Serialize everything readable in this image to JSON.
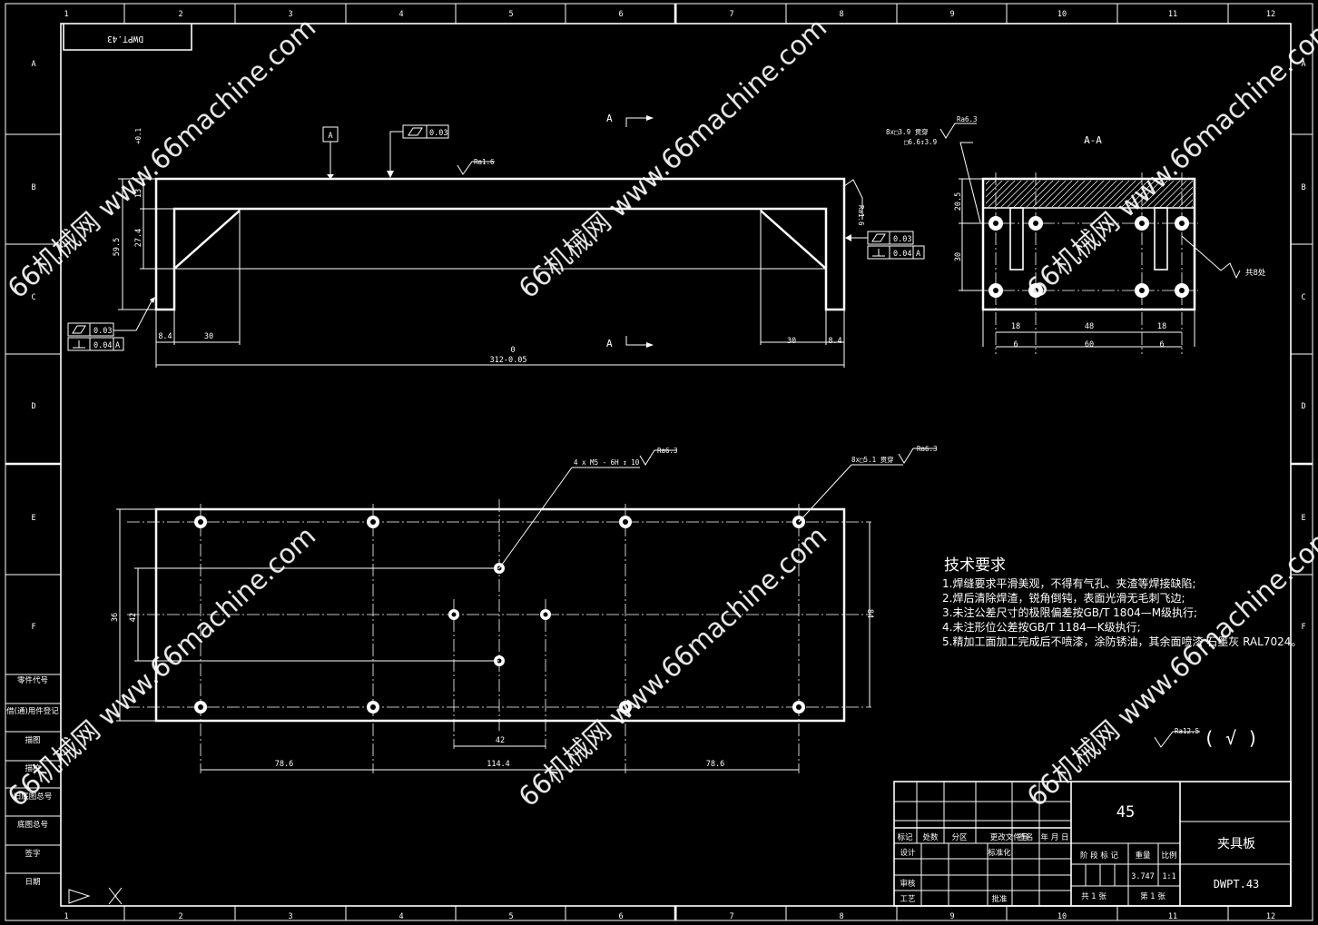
{
  "frame": {
    "columns": [
      "1",
      "2",
      "3",
      "4",
      "5",
      "6",
      "7",
      "8",
      "9",
      "10",
      "11",
      "12"
    ],
    "rows": [
      "A",
      "B",
      "C",
      "D",
      "E",
      "F"
    ]
  },
  "left_strip": {
    "labels": [
      "零件代号",
      "借(通)用件登记",
      "描图",
      "描校",
      "旧底图总号",
      "底图总号",
      "签字",
      "日期"
    ]
  },
  "watermark": {
    "text": "66机械网 www.66machine.com"
  },
  "top_view": {
    "corner_code": "DWPT.43",
    "section_marker": "A",
    "datum_label": "A",
    "fcf_top_flatness": "0.03",
    "roughness_top": "Ra1.6",
    "roughness_side": "Ra1.6",
    "fcf_right_flatness": "0.03",
    "fcf_right_perp": "0.04",
    "fcf_right_datum": "A",
    "fcf_left_flatness": "0.03",
    "fcf_left_perp": "0.04",
    "fcf_left_datum": "A",
    "dim_total_height": "59.5",
    "dim_top_tol": "+0.1",
    "dim_13": "13",
    "dim_27_4": "27.4",
    "dim_8_4_left": "8.4",
    "dim_30_left": "30",
    "dim_30_right": "30",
    "dim_8_4_right": "8.4",
    "dim_length_upper": "0",
    "dim_length_lower": "312-0.05"
  },
  "section_view": {
    "title": "A-A",
    "callout_holes": "8x□3.9 贯穿",
    "callout_sub": "□6.6↧3.9",
    "roughness": "Ra6.3",
    "dim_20_5": "20.5",
    "dim_30": "30",
    "dim_18_left": "18",
    "dim_48": "48",
    "dim_18_right": "18",
    "dim_6_left": "6",
    "dim_60": "60",
    "dim_6_right": "6",
    "note_all": "共8处"
  },
  "plan_view": {
    "callout_tapped": "4 x  M5 - 6H ↧ 10",
    "roughness_tapped": "Ra6.3",
    "callout_through": "8x□5.1 贯穿",
    "roughness_through": "Ra6.3",
    "dim_36": "36",
    "dim_42_vert": "42",
    "dim_84": "84",
    "dim_42_horiz": "42",
    "dim_78_6_left": "78.6",
    "dim_114_4": "114.4",
    "dim_78_6_right": "78.6"
  },
  "tech_requirements": {
    "heading": "技术要求",
    "items": [
      "1.焊缝要求平滑美观，不得有气孔、夹渣等焊接缺陷;",
      "2.焊后清除焊渣，锐角倒钝，表面光滑无毛刺飞边;",
      "3.未注公差尺寸的极限偏差按GB/T 1804—M级执行;",
      "4.未注形位公差按GB/T 1184—K级执行;",
      "5.精加工面加工完成后不喷漆，涂防锈油，其余面喷漆 石墨灰 RAL7024。"
    ]
  },
  "general_roughness": {
    "value": "Ra12.5",
    "symbol": "( √ )"
  },
  "title_block": {
    "material": "45",
    "part_name": "夹具板",
    "drawing_no": "DWPT.43",
    "labels": {
      "mark": "标记",
      "count": "处数",
      "zone": "分区",
      "doc_no": "更改文件号",
      "sign": "签名",
      "date": "年 月 日",
      "design": "设计",
      "standard": "标准化",
      "stage": "阶 段 标 记",
      "weight": "重量",
      "scale": "比例",
      "review": "审核",
      "process": "工艺",
      "approve": "批准",
      "total_sheets": "共 1  张",
      "sheet_no": "第 1  张"
    },
    "weight_value": "3.747",
    "scale_value": "1:1"
  }
}
